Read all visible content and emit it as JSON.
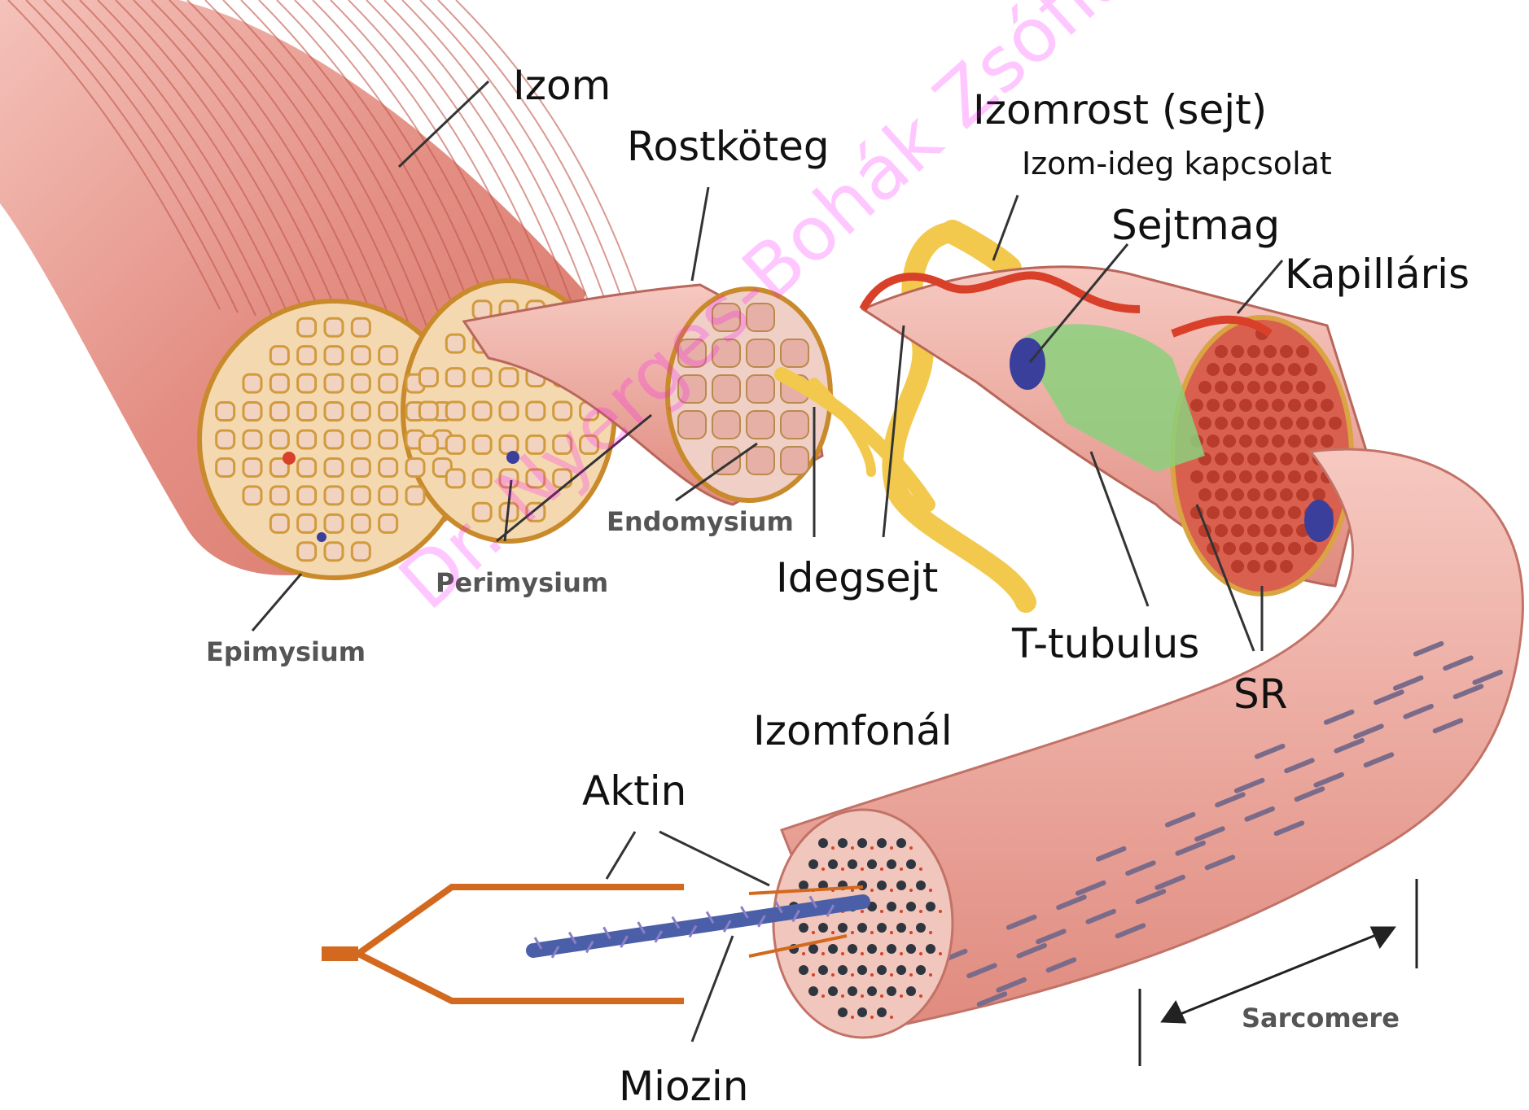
{
  "labels": {
    "izom": "Izom",
    "rostkoteg": "Rostköteg",
    "izomrost": "Izomrost (sejt)",
    "izom_ideg": "Izom-ideg kapcsolat",
    "sejtmag": "Sejtmag",
    "kapillaris": "Kapilláris",
    "endomysium": "Endomysium",
    "perimysium": "Perimysium",
    "epimysium": "Epimysium",
    "idegsejt": "Idegsejt",
    "t_tubulus": "T-tubulus",
    "sr": "SR",
    "izomfonal": "Izomfonál",
    "aktin": "Aktin",
    "miozin": "Miozin",
    "sarcomere": "Sarcomere"
  },
  "watermark": "Dr. Nyerges-Bohák Zsófia",
  "colors": {
    "muscle": "#e89a90",
    "muscle_dark": "#c8645a",
    "fascia": "#d9a441",
    "nerve": "#f2c94c",
    "capillary": "#d9402a",
    "tubule": "#7fc77a",
    "nucleus": "#3a3f9c",
    "actin": "#d2691e",
    "myosin": "#4a5fa8"
  }
}
